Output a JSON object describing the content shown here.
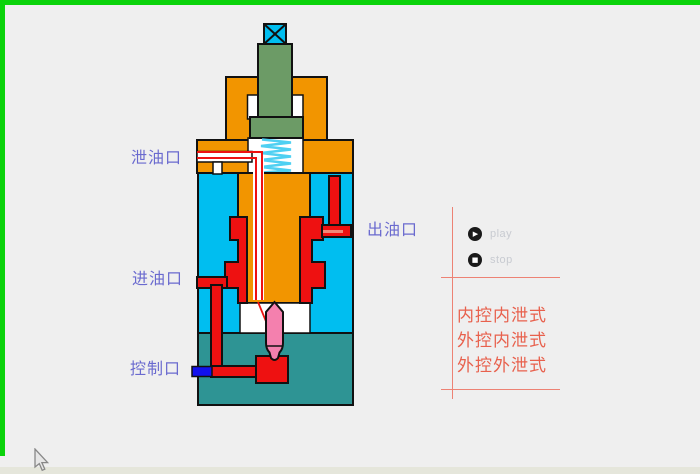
{
  "window": {
    "frame_color": "#0BD30B",
    "background": "#EFEFEF"
  },
  "diagram": {
    "labels": {
      "drain_port": "泄油口",
      "outlet_port": "出油口",
      "inlet_port": "进油口",
      "control_port": "控制口"
    }
  },
  "controls": {
    "play": {
      "label": "play",
      "glyph": "▶"
    },
    "stop": {
      "label": "stop",
      "glyph": "■"
    }
  },
  "menu": {
    "items": [
      {
        "label": "内控内泄式"
      },
      {
        "label": "外控内泄式"
      },
      {
        "label": "外控外泄式"
      }
    ]
  },
  "icons": {
    "play_icon": "play-triangle",
    "stop_icon": "stop-square",
    "knob_icon": "x-cross-knob",
    "cursor_icon": "mouse-arrow"
  },
  "colors": {
    "frame_green": "#0BD30B",
    "bg": "#EFEFEF",
    "bottom_bar": "#E5E6DB",
    "orange": "#F29500",
    "cyan": "#00BEF0",
    "spring": "#4FD0F2",
    "red": "#EE1111",
    "salmon": "#F08878",
    "pink": "#F480AE",
    "teal": "#2E9494",
    "green": "#6C9B66",
    "blue": "#1111EE",
    "outline": "#111111",
    "white": "#FFFFFF",
    "label_blue": "#6A6ACF",
    "menu_red": "#E8614D",
    "line_red": "#ED8274",
    "control_gray": "#C8CBD1",
    "btn_black": "#1A1A1A"
  }
}
